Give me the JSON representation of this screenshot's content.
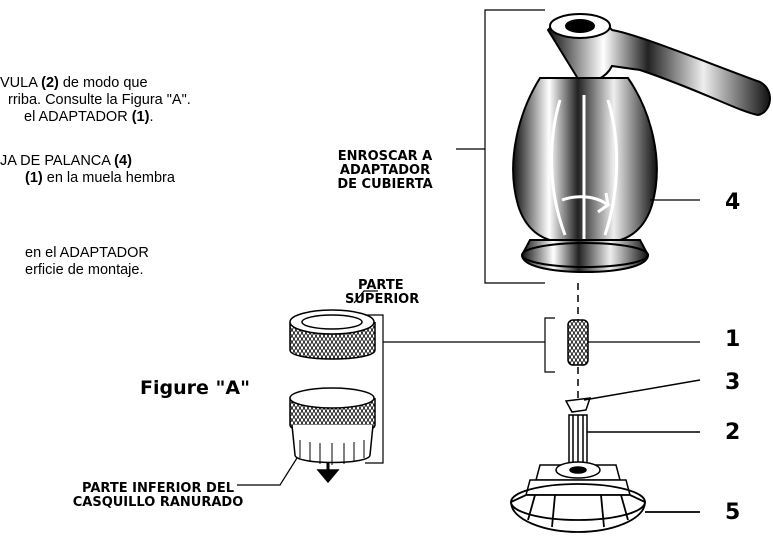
{
  "instructions": [
    {
      "pre": "VULA ",
      "bold": "(2)",
      "post": " de modo que"
    },
    {
      "pre": "rriba. Consulte la Figura \"A\".",
      "bold": "",
      "post": ""
    },
    {
      "pre": "el ADAPTADOR ",
      "bold": "(1)",
      "post": "."
    },
    {
      "pre": "JA DE PALANCA ",
      "bold": "(4)",
      "post": ""
    },
    {
      "pre": "",
      "bold": "(1)",
      "post": " en la muela hembra"
    },
    {
      "pre": "en el ADAPTADOR",
      "bold": "",
      "post": ""
    },
    {
      "pre": "erficie de montaje.",
      "bold": "",
      "post": ""
    }
  ],
  "labels": {
    "thread_line1": "ENROSCAR A",
    "thread_line2": "ADAPTADOR",
    "thread_line3": "DE CUBIERTA",
    "top_line1": "PARTE",
    "top_line2": "SUPERIOR",
    "bottom_line1": "PARTE INFERIOR DEL",
    "bottom_line2": "CASQUILLO RANURADO",
    "figure": "Figure \"A\""
  },
  "callouts": [
    "4",
    "1",
    "3",
    "2",
    "5"
  ]
}
